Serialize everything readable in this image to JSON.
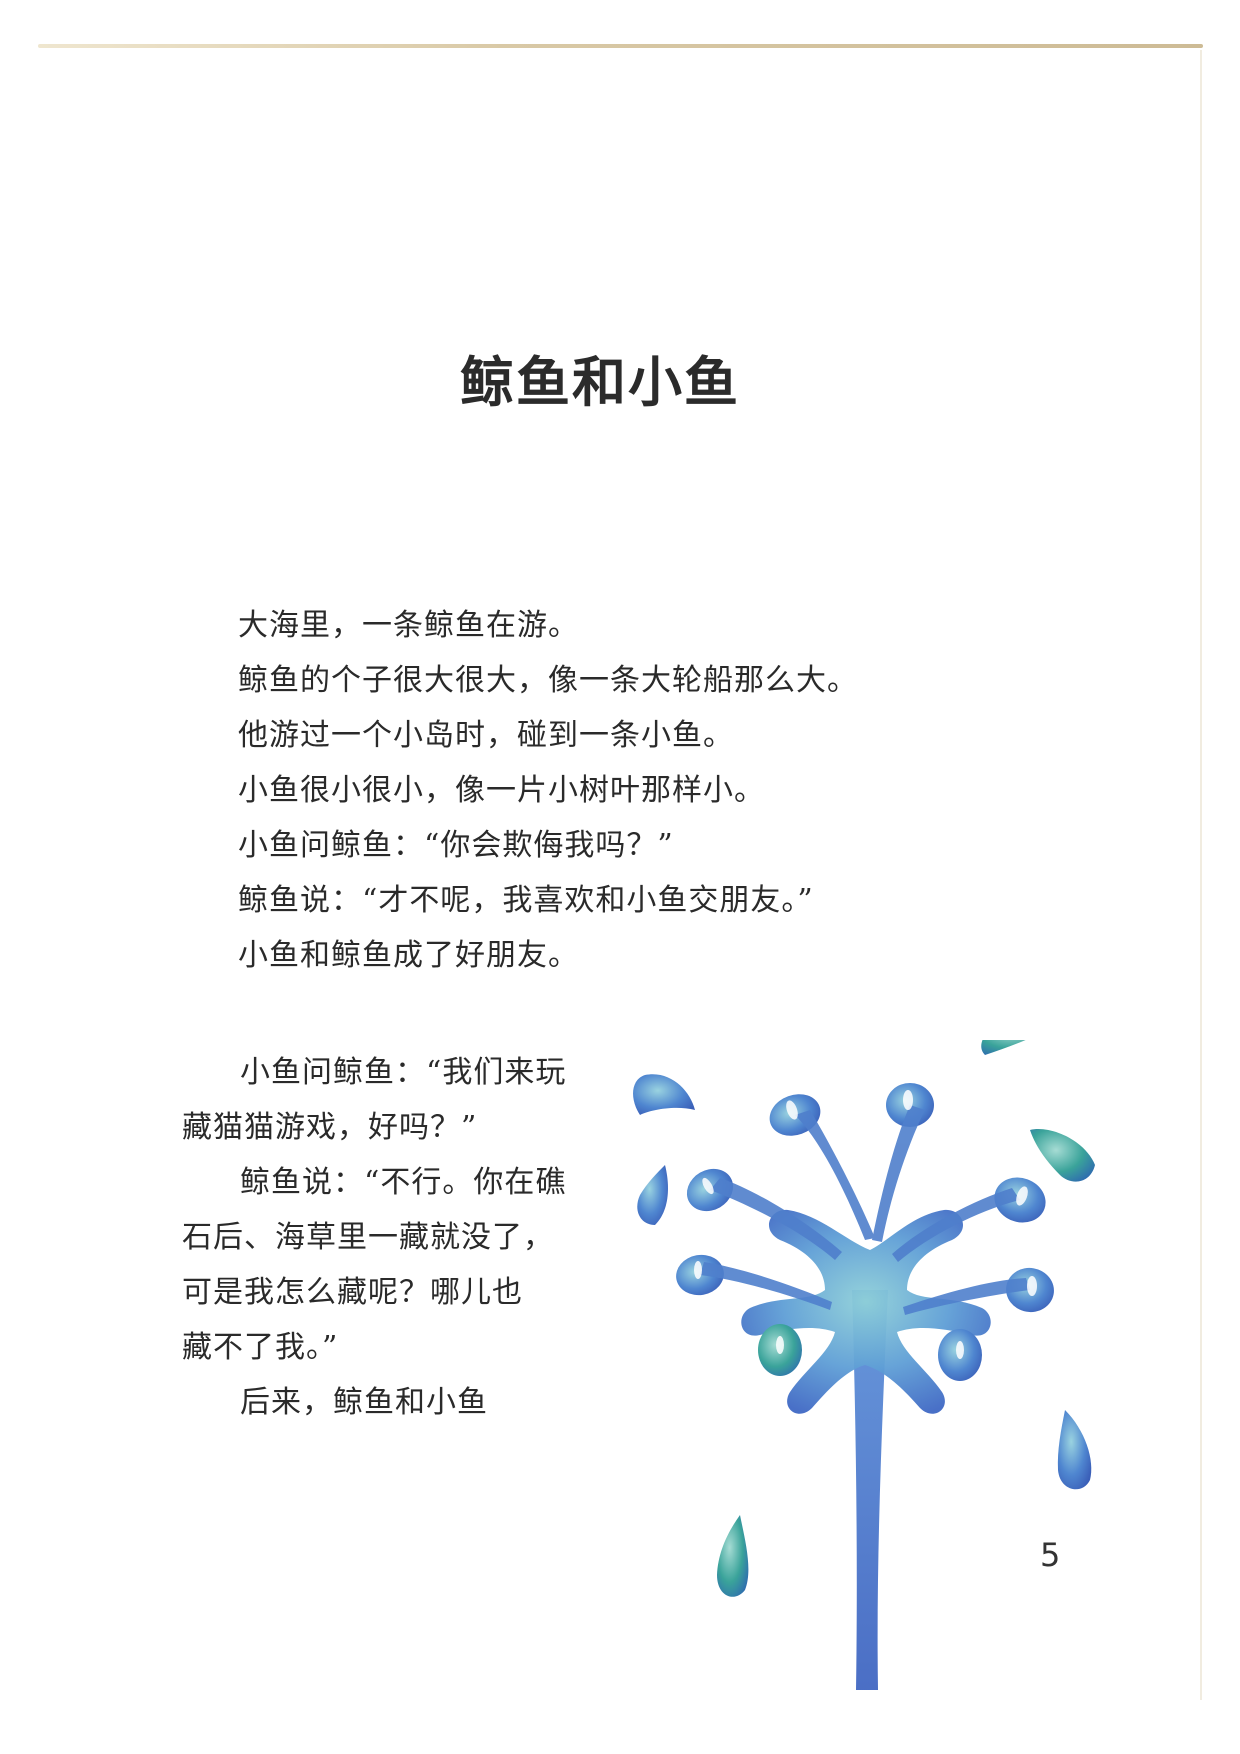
{
  "title": "鲸鱼和小鱼",
  "paragraph_top": [
    "大海里，一条鲸鱼在游。",
    "鲸鱼的个子很大很大，像一条大轮船那么大。",
    "他游过一个小岛时，碰到一条小鱼。",
    "小鱼很小很小，像一片小树叶那样小。",
    "小鱼问鲸鱼：“你会欺侮我吗？”",
    "鲸鱼说：“才不呢，我喜欢和小鱼交朋友。”",
    "小鱼和鲸鱼成了好朋友。"
  ],
  "paragraph_left": [
    "小鱼问鲸鱼：“我们来玩",
    "藏猫猫游戏，好吗？”",
    "鲸鱼说：“不行。你在礁",
    "石后、海草里一藏就没了，",
    "可是我怎么藏呢？哪儿也",
    "藏不了我。”",
    "后来，鲸鱼和小鱼"
  ],
  "page_number": "5",
  "colors": {
    "water_dark": "#3f68c4",
    "water_light": "#7fc3d8",
    "water_teal": "#3aa39a",
    "text": "#2a2a2a"
  }
}
